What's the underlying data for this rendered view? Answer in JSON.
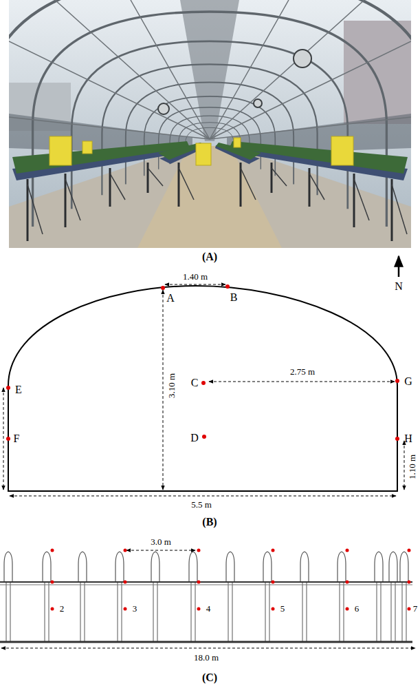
{
  "diagram": {
    "labels": [
      "(A)",
      "N",
      "1.40 m",
      "A",
      "B",
      "C",
      "2.75 m",
      "G",
      "E",
      "F",
      "D",
      "H",
      "3.10 m",
      "1.10 m",
      "5.5 m",
      "(B)",
      "3.0 m",
      "2",
      "3",
      "4",
      "5",
      "6",
      "7",
      "18.0 m",
      "(C)"
    ]
  }
}
